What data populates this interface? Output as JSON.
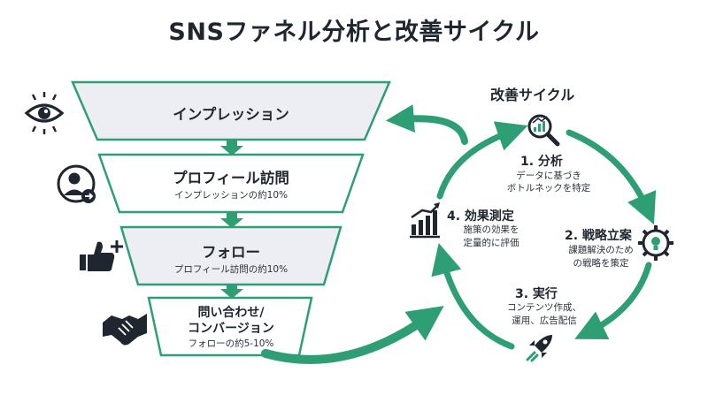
{
  "title": "SNSファネル分析と改善サイクル",
  "colors": {
    "accent": "#2e9f75",
    "dark": "#1f2630",
    "stage_gray": "#eceef3"
  },
  "funnel": [
    {
      "label": "インプレッション",
      "sub": "",
      "icon": "eye-icon"
    },
    {
      "label": "プロフィール訪問",
      "sub": "インプレッションの約10%",
      "icon": "profile-icon"
    },
    {
      "label": "フォロー",
      "sub": "プロフィール訪問の約10%",
      "icon": "thumbs-up-plus-icon"
    },
    {
      "label_line1": "問い合わせ/",
      "label_line2": "コンバージョン",
      "sub": "フォローの約5-10%",
      "icon": "handshake-icon"
    }
  ],
  "cycle": {
    "heading": "改善サイクル",
    "steps": [
      {
        "title": "1. 分析",
        "desc_line1": "データに基づき",
        "desc_line2": "ボトルネックを特定",
        "icon": "analysis-magnifier-icon"
      },
      {
        "title": "2. 戦略立案",
        "desc_line1": "課題解決のため",
        "desc_line2": "の戦略を策定",
        "icon": "lightbulb-gear-icon"
      },
      {
        "title": "3. 実行",
        "desc_line1": "コンテンツ作成、",
        "desc_line2": "運用、広告配信",
        "icon": "rocket-icon"
      },
      {
        "title": "4. 効果測定",
        "desc_line1": "施策の効果を",
        "desc_line2": "定量的に評価",
        "icon": "growth-chart-icon"
      }
    ]
  }
}
